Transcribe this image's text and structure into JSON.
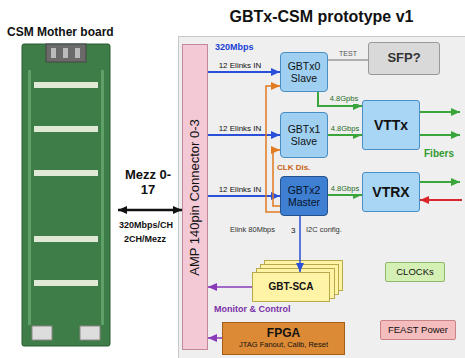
{
  "diagram": {
    "nodes": [
      {
        "text": [
          "CSM Mother board"
        ]
      },
      {
        "text": [
          "GBTx-CSM prototype v1"
        ]
      },
      {
        "text": [
          "AMP 140pin Connector 0-3"
        ],
        "in": 1
      },
      {
        "text": [
          "GBTx0 Slave"
        ],
        "in": 1
      },
      {
        "text": [
          "SFP?"
        ],
        "in": 1
      },
      {
        "text": [
          "GBTx1 Slave"
        ],
        "in": 1
      },
      {
        "text": [
          "VTTx"
        ],
        "in": 1
      },
      {
        "text": [
          "GBTx2 Master"
        ],
        "in": 1
      },
      {
        "text": [
          "VTRX"
        ],
        "in": 1
      },
      {
        "text": [
          "GBT-SCA"
        ],
        "in": 1
      },
      {
        "text": [
          "CLOCKs"
        ],
        "in": 1
      },
      {
        "text": [
          "FPGA",
          "JTAG Fanout, Calib, Reset"
        ],
        "in": 1
      },
      {
        "text": [
          "FEAST Power"
        ],
        "in": 1
      }
    ],
    "edges": [
      {
        "from": 0,
        "to": 2,
        "arrow": "both"
      },
      {
        "from": 2,
        "to": 3,
        "arrow": "to",
        "label": "12 Elinks IN"
      },
      {
        "from": 2,
        "to": 5,
        "arrow": "to",
        "label": "12 Elinks IN"
      },
      {
        "from": 2,
        "to": 7,
        "arrow": "to",
        "label": "12 Elinks IN"
      },
      {
        "from": 3,
        "to": 4,
        "arrow": "none",
        "label": "TEST"
      },
      {
        "from": 3,
        "to": 6,
        "arrow": "to",
        "label": "4.8Gpbs"
      },
      {
        "from": 5,
        "to": 6,
        "arrow": "to",
        "label": "4.8Gbps"
      },
      {
        "from": 7,
        "to": 8,
        "arrow": "to",
        "label": "4.8Gbps"
      },
      {
        "from": 7,
        "to": 3,
        "arrow": "to"
      },
      {
        "from": 7,
        "to": 5,
        "arrow": "to"
      },
      {
        "from": 7,
        "to": 9,
        "arrow": "to"
      },
      {
        "from": 9,
        "to": 2,
        "arrow": "to"
      },
      {
        "from": 11,
        "to": 2,
        "arrow": "to"
      }
    ],
    "labels": [
      "Mezz 0-17",
      "320Mbps/CH",
      "2CH/Mezz",
      "320Mbps",
      "CLK Dis.",
      "3",
      "Elink 80Mbps",
      "I2C config.",
      "Monitor & Control",
      "Fibers"
    ]
  }
}
